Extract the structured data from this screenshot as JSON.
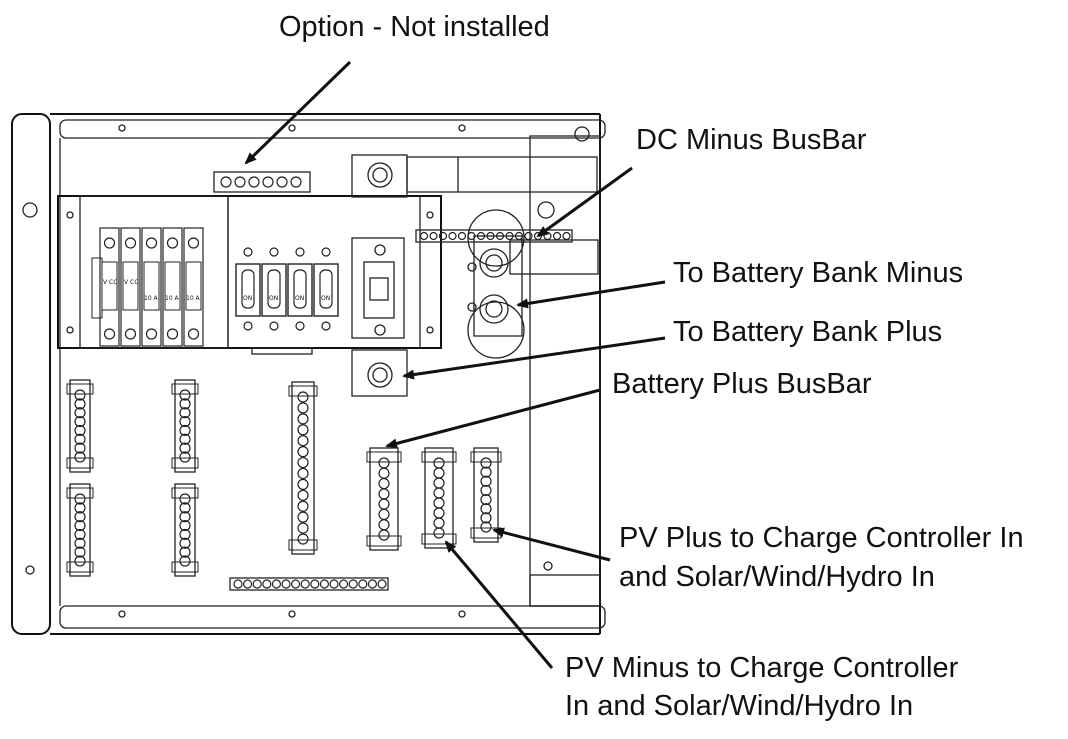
{
  "labels": {
    "option": "Option - Not installed",
    "dc_minus_busbar": "DC Minus BusBar",
    "to_battery_minus": "To Battery Bank Minus",
    "to_battery_plus": "To Battery Bank Plus",
    "battery_plus_busbar": "Battery Plus BusBar",
    "pv_plus_line1": "PV Plus to Charge Controller In",
    "pv_plus_line2": "and Solar/Wind/Hydro In",
    "pv_minus_line1": "PV Minus to Charge Controller",
    "pv_minus_line2": "In and Solar/Wind/Hydro In"
  },
  "breakers": {
    "small_top": [
      "V CC",
      "V CC",
      "",
      "",
      ""
    ],
    "small_ratings": [
      "",
      "",
      "10 A",
      "10 A",
      "10 A"
    ],
    "toggle_labels": [
      "ON",
      "ON",
      "ON",
      "ON"
    ]
  }
}
